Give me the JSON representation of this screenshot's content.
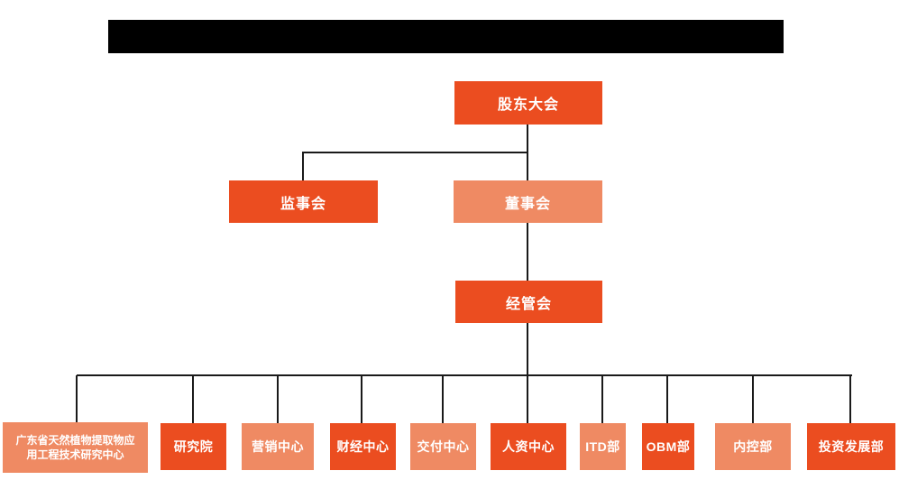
{
  "colors": {
    "primary_orange": "#EB4D20",
    "secondary_orange": "#EF8A63",
    "connector": "#1a1a1a",
    "redaction": "#000000",
    "node_text": "#ffffff",
    "background": "#ffffff"
  },
  "org_chart": {
    "root": {
      "label": "股东大会"
    },
    "supervisory_board": {
      "label": "监事会"
    },
    "board_of_directors": {
      "label": "董事会"
    },
    "management_committee": {
      "label": "经管会"
    },
    "departments": [
      {
        "label": "广东省天然植物提取物应用工程技术研究中心"
      },
      {
        "label": "研究院"
      },
      {
        "label": "营销中心"
      },
      {
        "label": "财经中心"
      },
      {
        "label": "交付中心"
      },
      {
        "label": "人资中心"
      },
      {
        "label": "ITD部"
      },
      {
        "label": "OBM部"
      },
      {
        "label": "内控部"
      },
      {
        "label": "投资发展部"
      }
    ]
  }
}
